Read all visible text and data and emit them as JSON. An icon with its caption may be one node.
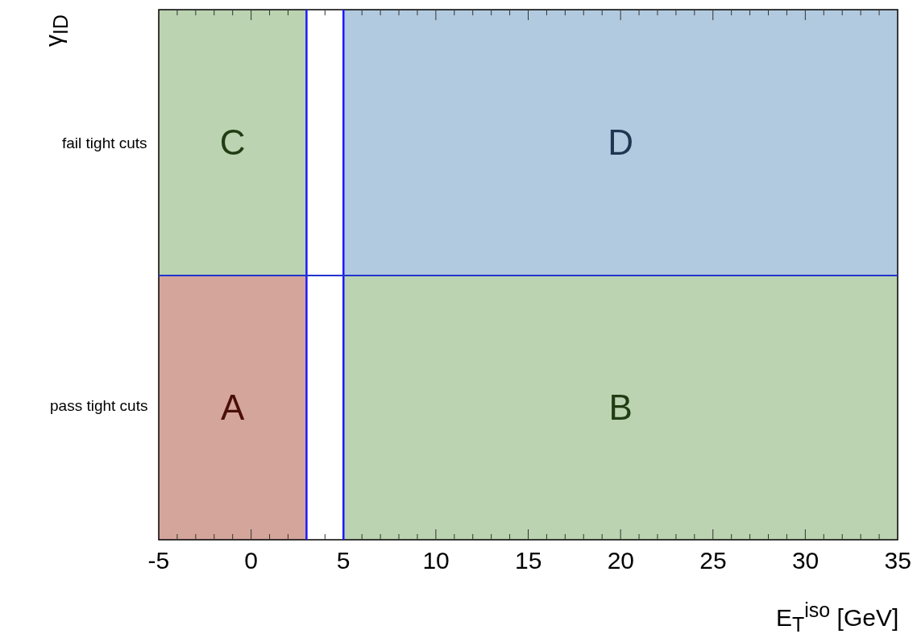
{
  "diagram": {
    "nodes": [
      {
        "text": [
          "C"
        ]
      },
      {
        "text": [
          "D"
        ]
      },
      {
        "text": [
          "A"
        ]
      },
      {
        "text": [
          "B"
        ]
      }
    ],
    "edges": [],
    "labels": [
      "γ$_{ID}$",
      "fail tight cuts",
      "pass tight cuts",
      "-5",
      "0",
      "5",
      "10",
      "15",
      "20",
      "25",
      "30",
      "35",
      "E$_{T}$$^{iso}$ [GeV]"
    ]
  }
}
